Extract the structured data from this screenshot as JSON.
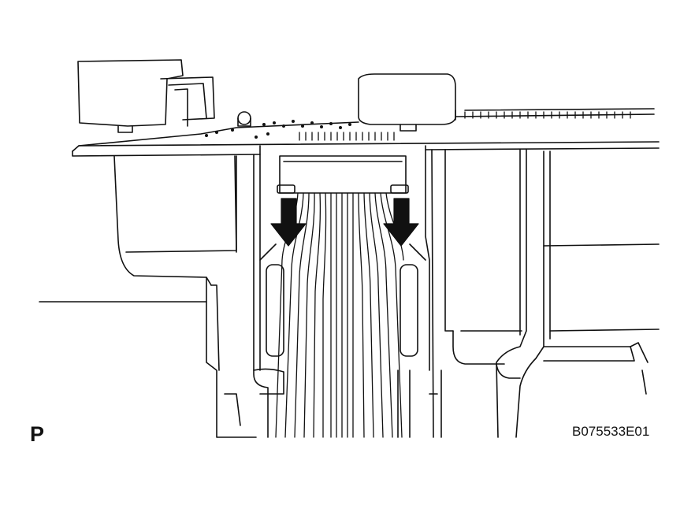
{
  "figure": {
    "view_label": "P",
    "figure_code": "B075533E01"
  },
  "colors": {
    "line": "#111111",
    "arrow_fill": "#111111",
    "background": "#ffffff"
  },
  "callouts": {
    "arrows": [
      "down-arrow-left",
      "down-arrow-right"
    ]
  }
}
